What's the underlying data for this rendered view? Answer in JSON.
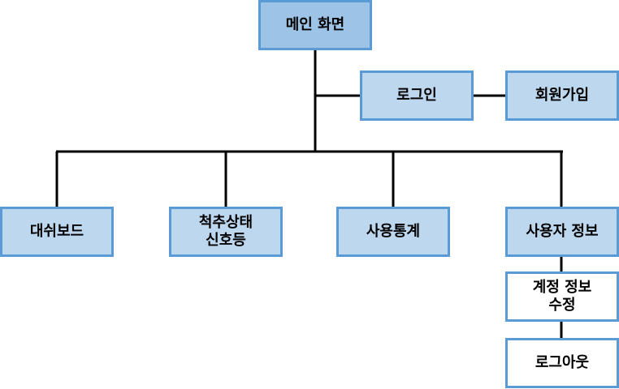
{
  "nodes": {
    "main": "메인 화면",
    "login": "로그인",
    "signup": "회원가입",
    "dashboard": "대쉬보드",
    "spine_status": "척추상태\n신호등",
    "usage_stats": "사용통계",
    "user_info": "사용자 정보",
    "edit_account": "계정 정보\n수정",
    "logout": "로그아웃"
  },
  "colors": {
    "main_fill": "#9dc3e6",
    "node_fill": "#bdd7ee",
    "leaf_fill": "#ffffff",
    "border": "#5b9bd5",
    "line": "#000000"
  }
}
